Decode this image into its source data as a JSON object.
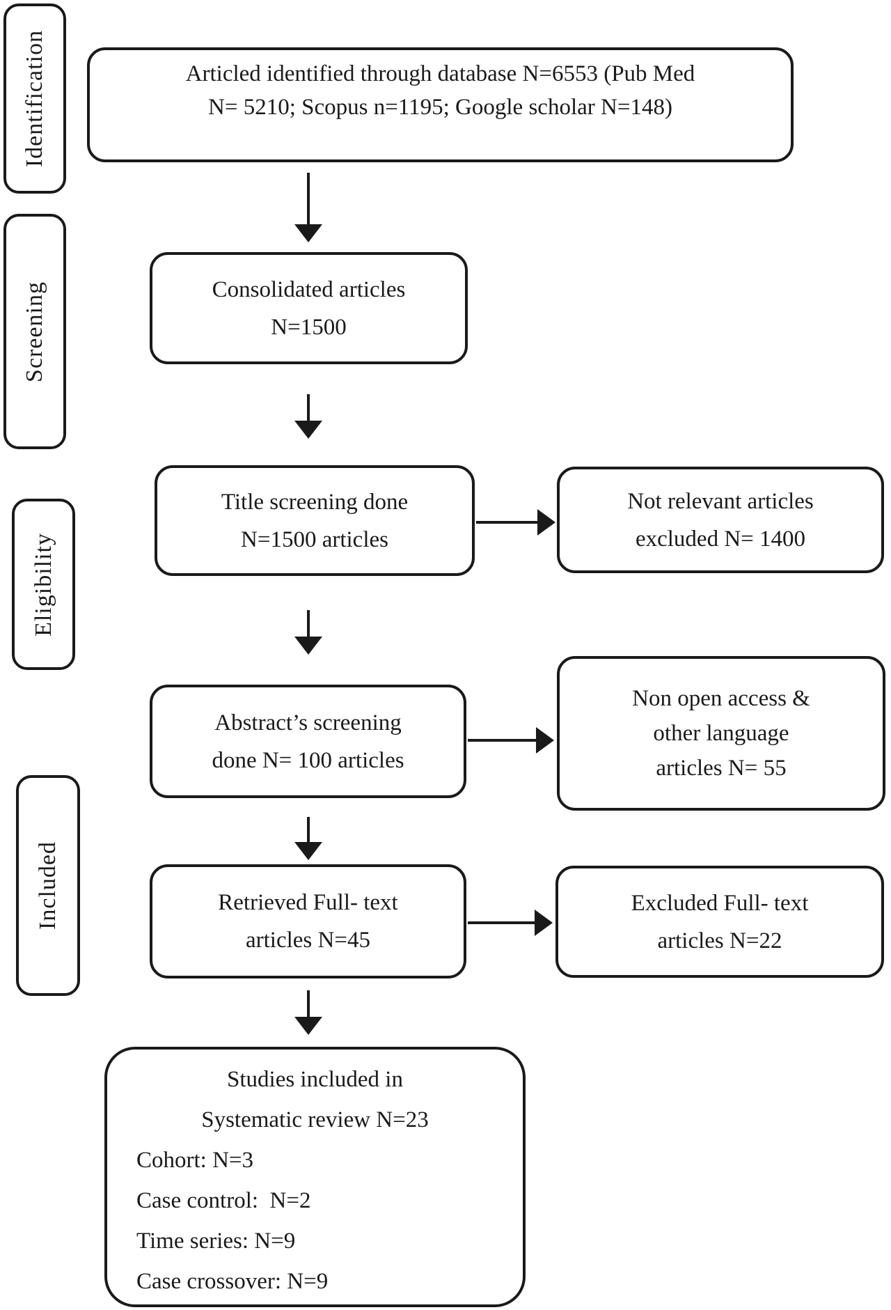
{
  "figure": {
    "stages": {
      "identification": "Identification",
      "screening": "Screening",
      "eligibility": "Eligibility",
      "included": "Included"
    },
    "flow": {
      "identified": {
        "lines": [
          "Articled identified through database N=6553 (Pub Med",
          "N= 5210; Scopus n=1195; Google scholar N=148)"
        ]
      },
      "consolidated": {
        "lines": [
          "Consolidated articles",
          "N=1500"
        ]
      },
      "title_screening": {
        "lines": [
          "Title screening done",
          "N=1500 articles"
        ]
      },
      "abstract_screening": {
        "lines": [
          "Abstract’s screening",
          "done N= 100 articles"
        ]
      },
      "retrieved_fulltext": {
        "lines": [
          "Retrieved Full- text",
          "articles N=45"
        ]
      },
      "included_studies": {
        "lines": [
          "Studies included in",
          "Systematic review N=23",
          "Cohort: N=3",
          "Case control:  N=2",
          "Time series: N=9",
          "Case crossover: N=9"
        ]
      }
    },
    "exclusions": {
      "not_relevant": {
        "lines": [
          "Not relevant articles",
          "excluded N= 1400"
        ]
      },
      "non_open_access": {
        "lines": [
          "Non open access &",
          "other language",
          "articles N= 55"
        ]
      },
      "excluded_fulltext": {
        "lines": [
          "Excluded Full- text",
          "articles N=22"
        ]
      }
    },
    "colors": {
      "ink": "#1a1a1a",
      "background": "#ffffff"
    }
  }
}
